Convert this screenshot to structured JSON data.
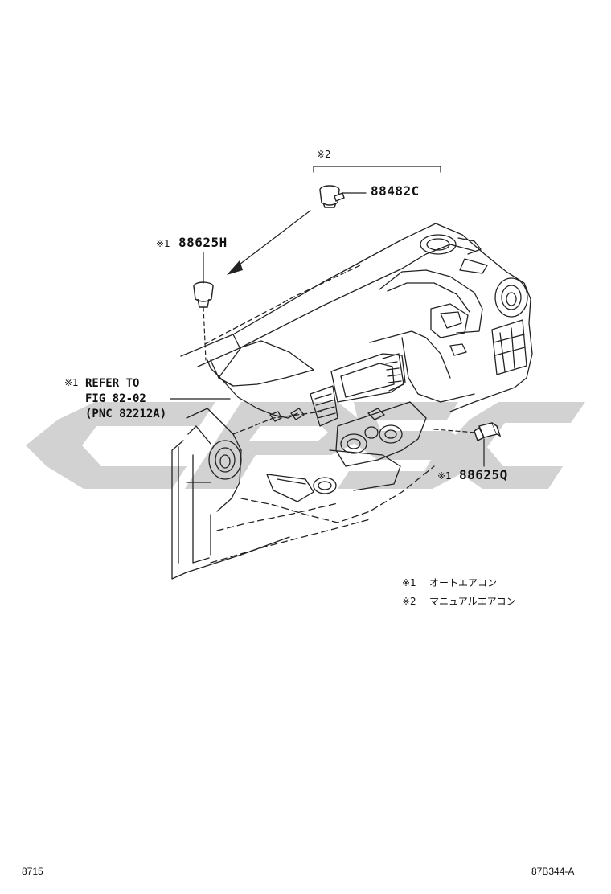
{
  "colors": {
    "line": "#222222",
    "watermark": "#d2d2d2"
  },
  "watermark": {
    "text": "cpsc",
    "icon": "logo-watermark"
  },
  "labels": {
    "top_group_mark": "※2",
    "part_88482c": "88482C",
    "part_88625h_mark": "※1",
    "part_88625h": "88625H",
    "refer_mark": "※1",
    "refer_line1": "REFER TO",
    "refer_line2": "FIG 82-02",
    "refer_line3": "(PNC 82212A)",
    "part_88625q_mark": "※1",
    "part_88625q": "88625Q"
  },
  "legend": [
    {
      "mark": "※1",
      "text": "オートエアコン"
    },
    {
      "mark": "※2",
      "text": "マニュアルエアコン"
    }
  ],
  "footer": {
    "left": "8715",
    "right": "87B344-A"
  }
}
